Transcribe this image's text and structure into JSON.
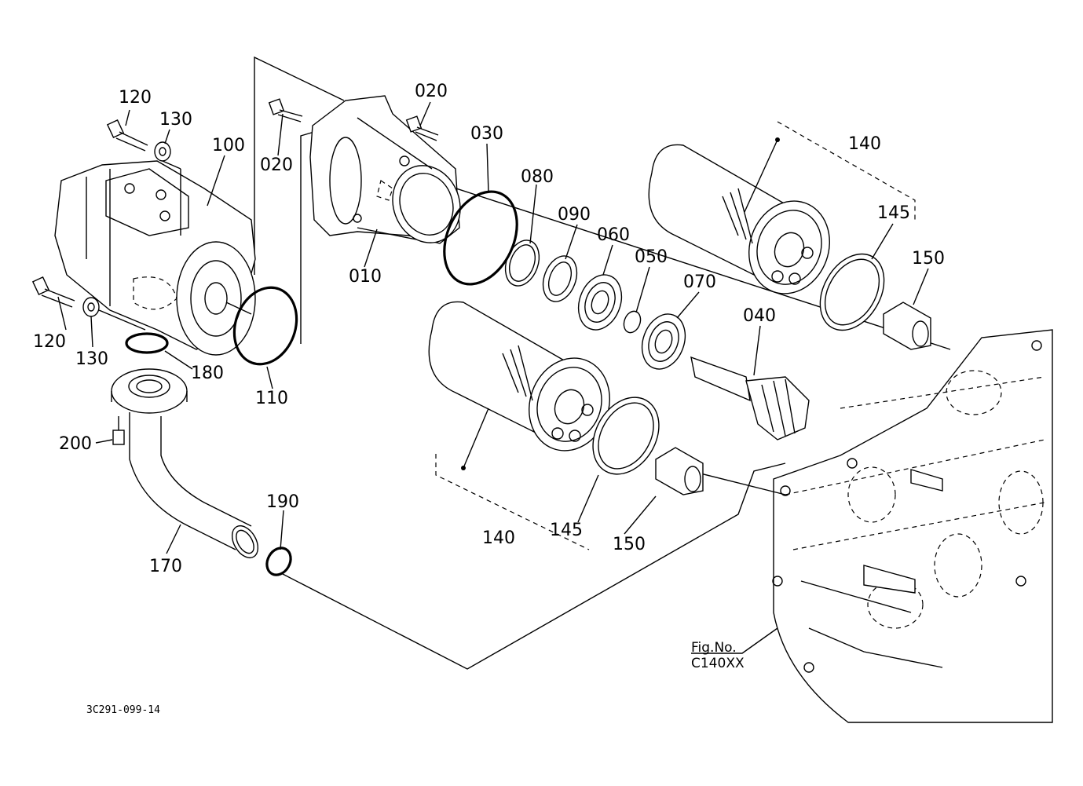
{
  "diagram": {
    "reference_code": "3C291-099-14",
    "fig_reference": {
      "line1": "Fig.No.",
      "line2": "C140XX"
    },
    "part_labels": {
      "p120a": "120",
      "p130a": "130",
      "p100": "100",
      "p120b": "120",
      "p130b": "130",
      "p020a": "020",
      "p020b": "020",
      "p030": "030",
      "p080": "080",
      "p090": "090",
      "p060": "060",
      "p050": "050",
      "p070": "070",
      "p040": "040",
      "p140a": "140",
      "p145a": "145",
      "p150a": "150",
      "p140b": "140",
      "p145b": "145",
      "p150b": "150",
      "p010": "010",
      "p110": "110",
      "p180": "180",
      "p200": "200",
      "p170": "170",
      "p190": "190"
    }
  }
}
